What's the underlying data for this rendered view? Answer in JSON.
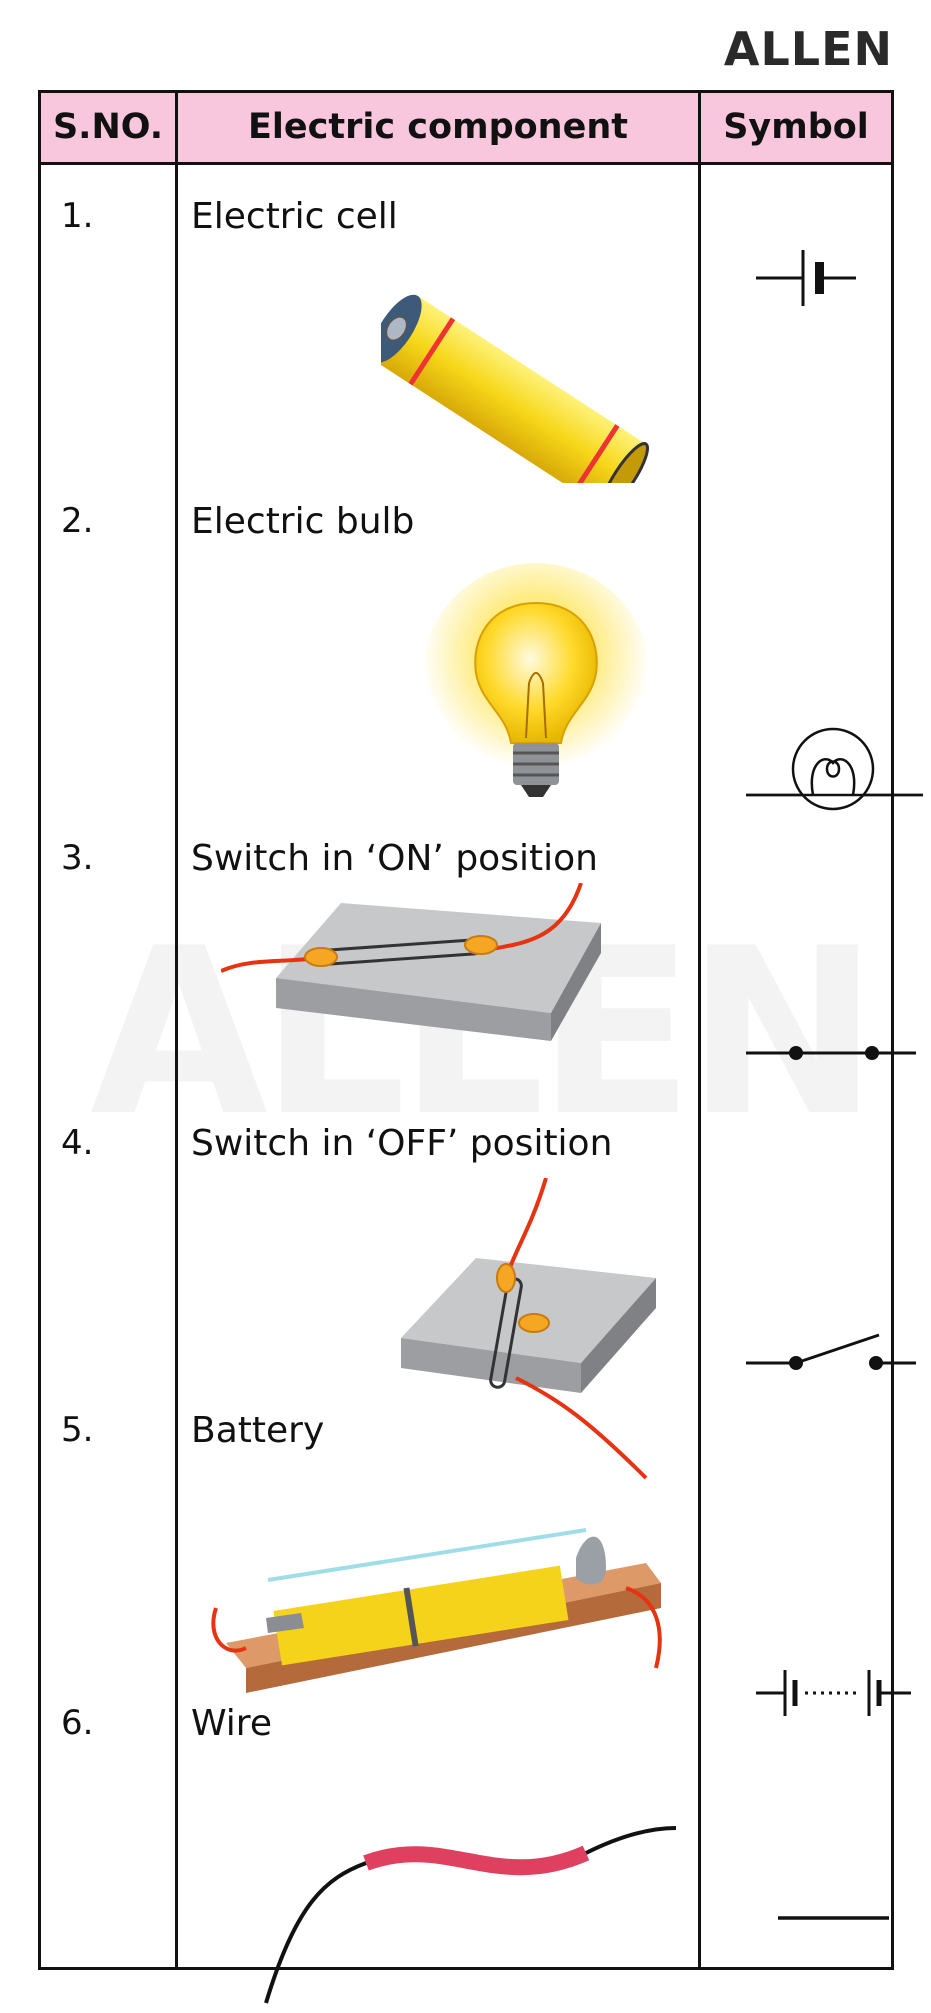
{
  "brand": {
    "logo_text": "ALLEN",
    "watermark_text": "ALLEN"
  },
  "table": {
    "headers": {
      "sno": "S.NO.",
      "component": "Electric component",
      "symbol": "Symbol"
    },
    "rows": [
      {
        "sno": "1.",
        "name": "Electric cell",
        "illustration_icon": "battery-cell-icon",
        "symbol_icon": "cell-symbol-icon"
      },
      {
        "sno": "2.",
        "name": "Electric bulb",
        "illustration_icon": "light-bulb-icon",
        "symbol_icon": "bulb-symbol-icon"
      },
      {
        "sno": "3.",
        "name": "Switch in ‘ON’ position",
        "illustration_icon": "switch-on-icon",
        "symbol_icon": "switch-on-symbol-icon"
      },
      {
        "sno": "4.",
        "name": "Switch in ‘OFF’ position",
        "illustration_icon": "switch-off-icon",
        "symbol_icon": "switch-off-symbol-icon"
      },
      {
        "sno": "5.",
        "name": "Battery",
        "illustration_icon": "battery-holder-icon",
        "symbol_icon": "battery-symbol-icon"
      },
      {
        "sno": "6.",
        "name": "Wire",
        "illustration_icon": "wire-icon",
        "symbol_icon": "wire-symbol-icon"
      }
    ]
  },
  "colors": {
    "header_bg": "#f9c7dd",
    "cell_yellow": "#f5d31a",
    "wire_red": "#e63312",
    "wire_pink": "#e0405f",
    "board_grey": "#bfc0c2",
    "wood": "#d98a55"
  }
}
